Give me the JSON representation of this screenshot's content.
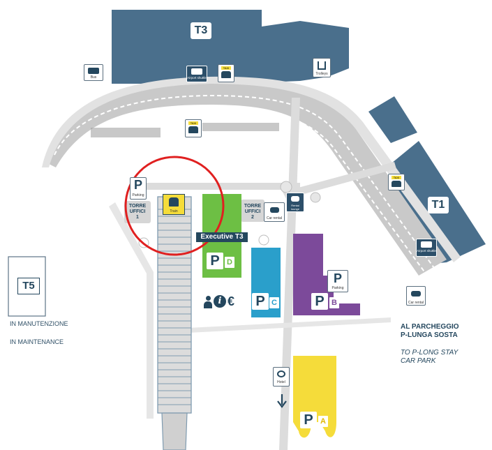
{
  "terminals": {
    "t3": "T3",
    "t1": "T1",
    "t5": "T5"
  },
  "t5_status": {
    "it": "IN MANUTENZIONE",
    "en": "IN MAINTENANCE"
  },
  "towers": {
    "tower1": [
      "TORRE",
      "UFFICI",
      "1"
    ],
    "tower2": [
      "TORRE",
      "UFFICI",
      "2"
    ]
  },
  "parking": {
    "p_symbol": "P",
    "a": "A",
    "b": "B",
    "c": "C",
    "d": "D",
    "parking_caption": "Parking"
  },
  "executive": "Executive T3",
  "services_glyphs": "i€",
  "long_stay": {
    "it_line1": "AL PARCHEGGIO",
    "it_line2": "P-LUNGA SOSTA",
    "en_line1": "TO P-LONG STAY",
    "en_line2": "CAR PARK"
  },
  "icon_captions": {
    "bus": "Bus",
    "airport_shuttle": "Airport shuttle",
    "taxi": "Taxi",
    "trolleys": "Trolleys",
    "train": "Train",
    "car_rental": "Car rental",
    "hotel": "Hotel",
    "rent_lounge": "Rental lounge"
  },
  "taxi_sign": "TAXI",
  "colors": {
    "terminal_blue": "#4a6f8c",
    "road_gray": "#c9c9c9",
    "parking_green": "#6dbf44",
    "parking_blue": "#2a9fcb",
    "parking_purple": "#7c4a9a",
    "parking_yellow": "#f5dc3a",
    "highlight_red": "#e02020",
    "text_navy": "#24475e"
  }
}
